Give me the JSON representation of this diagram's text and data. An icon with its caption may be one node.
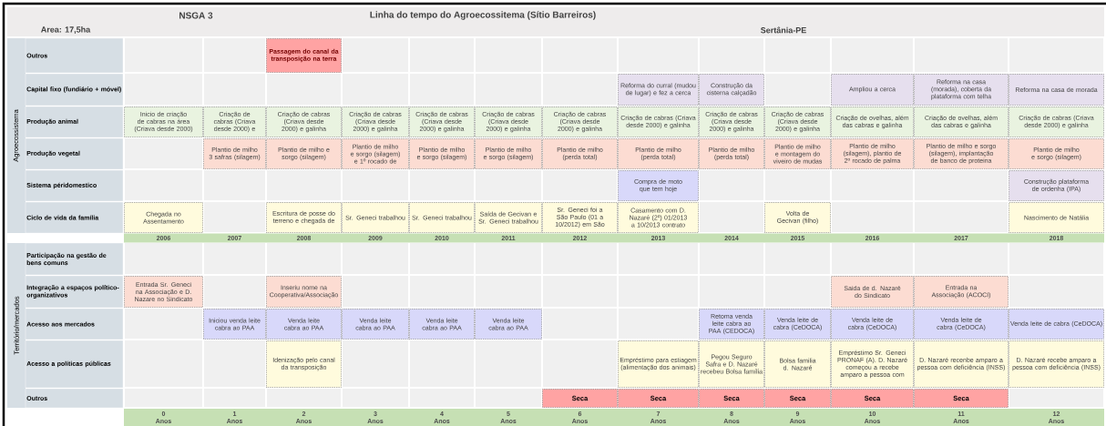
{
  "diagram": {
    "title": "Linha do tempo do Agroecossitema (Sítio Barreiros)",
    "nodes": [
      {
        "text": [
          "Agroecossistema"
        ]
      },
      {
        "text": [
          "Outros"
        ]
      },
      {
        "text": [
          "Capital fixo (fundiário + móvel)"
        ]
      },
      {
        "text": [
          "Produção animal"
        ]
      },
      {
        "text": [
          "Produção vegetal"
        ]
      },
      {
        "text": [
          "Sistema péridomestico"
        ]
      },
      {
        "text": [
          "Ciclo de vida da família"
        ]
      },
      {
        "text": [
          "Território/mercados"
        ]
      },
      {
        "text": [
          "Participação na gestão de bens comuns"
        ]
      },
      {
        "text": [
          "Integração a espaços político-organizativos"
        ]
      },
      {
        "text": [
          "Acesso aos mercados"
        ]
      },
      {
        "text": [
          "Acesso a políticas públicas"
        ]
      },
      {
        "text": [
          "Outros"
        ]
      },
      {
        "text": [
          "Passagem do canal da transposição na terra"
        ]
      },
      {
        "text": [
          "Reforma do curral (mudou de lugar) e fez a cerca"
        ]
      },
      {
        "text": [
          "Construção da cisterna calçadão"
        ]
      },
      {
        "text": [
          "Ampliou a cerca"
        ]
      },
      {
        "text": [
          "Reforma na casa (morada), coberta da plataforma com telha"
        ]
      },
      {
        "text": [
          "Reforma na casa de morada"
        ]
      },
      {
        "text": [
          "Inicio de criação de cabras na área (Criava desde 2000)"
        ]
      },
      {
        "text": [
          "Criação de cabras (Criava desde 2000) e"
        ]
      },
      {
        "text": [
          "Criação de cabras (Criava desde 2000) e galinha"
        ]
      },
      {
        "text": [
          "Criação de cabras (Criava desde 2000) e galinha"
        ]
      },
      {
        "text": [
          "Criação de cabras (Criava desde 2000) e galinha"
        ]
      },
      {
        "text": [
          "Criação de cabras (Criava desde 2000) e galinha"
        ]
      },
      {
        "text": [
          "Criação de cabras (Criava desde 2000) e galinha"
        ]
      },
      {
        "text": [
          "Criação de cabras (Criava desde 2000) e galinha"
        ]
      },
      {
        "text": [
          "Criação de cabras (Criava desde 2000) e galinha"
        ]
      },
      {
        "text": [
          "Criação de cabras (Criava desde 2000) e galinha"
        ]
      },
      {
        "text": [
          "Criação de ovelhas, além das cabras e galinha"
        ]
      },
      {
        "text": [
          "Criação de ovelhas, além das cabras e galinha"
        ]
      },
      {
        "text": [
          "Criação de cabras (Criava desde 2000) e galinha"
        ]
      },
      {
        "text": [
          "Plantio de milho 3 safras (silagem)"
        ]
      },
      {
        "text": [
          "Plantio de milho e sorgo (silagem)"
        ]
      },
      {
        "text": [
          "Plantio de milho e sorgo (silagem) e 1º rocado de"
        ]
      },
      {
        "text": [
          "Plantio de milho e sorgo (silagem)"
        ]
      },
      {
        "text": [
          "Plantio de milho e sorgo (silagem)"
        ]
      },
      {
        "text": [
          "Plantio de milho (perda total)"
        ]
      },
      {
        "text": [
          "Plantio de milho (perda total)"
        ]
      },
      {
        "text": [
          "Plantio de milho (perda total)"
        ]
      },
      {
        "text": [
          "Plantio de milho e montagem do viveiro de mudas"
        ]
      },
      {
        "text": [
          "Plantio de milho (silagem), plantio de 2º rocado de palma"
        ]
      },
      {
        "text": [
          "Plantio de milho e sorgo (silagem), implantação de banco de proteina"
        ]
      },
      {
        "text": [
          "Plantio de milho e sorgo (silagem)"
        ]
      },
      {
        "text": [
          "Compra de moto que tem hoje"
        ]
      },
      {
        "text": [
          "Construção plataforma de ordenha (IPA)"
        ]
      },
      {
        "text": [
          "Chegada no Assentamento"
        ]
      },
      {
        "text": [
          "Escritura de posse do terreno e chegada de"
        ]
      },
      {
        "text": [
          "Sr. Geneci trabalhou"
        ]
      },
      {
        "text": [
          "Sr. Geneci trabalhou"
        ]
      },
      {
        "text": [
          "Saída de Gecivan e Sr. Geneci trabalhou"
        ]
      },
      {
        "text": [
          "Sr. Geneci foi a São Paulo (01 a 10/2012) em São"
        ]
      },
      {
        "text": [
          "Casamento com D. Nazaré (2º) 01/2013 a 10/2013 contrato"
        ]
      },
      {
        "text": [
          "Volta de Gecivan (filho)"
        ]
      },
      {
        "text": [
          "Nascimento de Natália"
        ]
      },
      {
        "text": [
          "Entrada Sr. Geneci na Associação e D. Nazare no Sindicato"
        ]
      },
      {
        "text": [
          "Inseriu nome na Cooperativa/Associação"
        ]
      },
      {
        "text": [
          "Saida de d. Nazaré do Sindicato"
        ]
      },
      {
        "text": [
          "Entrada na Associação (ACOCI)"
        ]
      },
      {
        "text": [
          "Iniciou venda leite cabra ao PAA"
        ]
      },
      {
        "text": [
          "Venda leite cabra ao PAA"
        ]
      },
      {
        "text": [
          "Venda leite cabra ao PAA"
        ]
      },
      {
        "text": [
          "Venda leite cabra ao PAA"
        ]
      },
      {
        "text": [
          "Venda leite cabra ao PAA"
        ]
      },
      {
        "text": [
          "Retoma venda leite cabra ao PAA (CEDOCA)"
        ]
      },
      {
        "text": [
          "Venda leite de cabra (CeDOCA)"
        ]
      },
      {
        "text": [
          "Venda leite de cabra (CeDOCA)"
        ]
      },
      {
        "text": [
          "Venda leite de cabra (CeDOCA)"
        ]
      },
      {
        "text": [
          "Venda leite de cabra (CeDOCA)"
        ]
      },
      {
        "text": [
          "Idenização pelo canal da transposição"
        ]
      },
      {
        "text": [
          "Empréstimo para estiagem (alimentação dos animais)"
        ]
      },
      {
        "text": [
          "Pegou Seguro Safra e D. Nazaré recebeu Bolsa família"
        ]
      },
      {
        "text": [
          "Bolsa familia d. Nazaré"
        ]
      },
      {
        "text": [
          "Empréstimo Sr. Geneci PRONAF (A). D. Nazaré começou a recebe amparo a pessoa com"
        ]
      },
      {
        "text": [
          "D. Nazaré recenbe amparo a pessoa com deficiência (INSS)"
        ]
      },
      {
        "text": [
          "D. Nazaré recebe amparo a pessoa com deficiência (INSS)"
        ]
      },
      {
        "text": [
          "Seca"
        ]
      },
      {
        "text": [
          "Seca"
        ]
      },
      {
        "text": [
          "Seca"
        ]
      },
      {
        "text": [
          "Seca"
        ]
      },
      {
        "text": [
          "Seca"
        ]
      },
      {
        "text": [
          "Seca"
        ]
      }
    ],
    "labels": [
      "NSGA 3",
      "Area: 17,5ha",
      "Sertânia-PE",
      "2006",
      "2007",
      "2008",
      "2009",
      "2010",
      "2011",
      "2012",
      "2013",
      "2014",
      "2015",
      "2016",
      "2017",
      "2018",
      "0 Anos",
      "1 Anos",
      "2 Anos",
      "3 Anos",
      "4 Anos",
      "5 Anos",
      "6 Anos",
      "7 Anos",
      "8 Anos",
      "9 Anos",
      "10 Anos",
      "11 Anos",
      "12 Anos"
    ]
  }
}
